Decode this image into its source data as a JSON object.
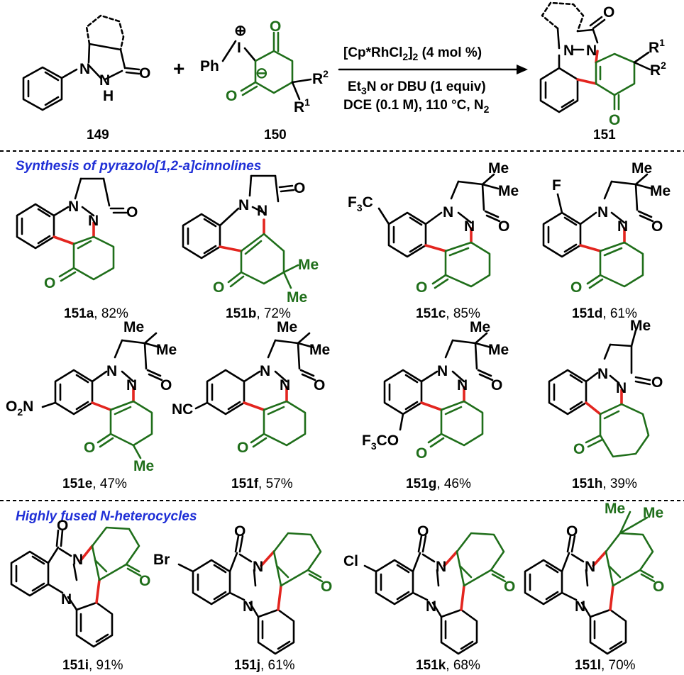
{
  "equation": {
    "reactant_1_label": "149",
    "reactant_2_label": "150",
    "product_label": "151",
    "plus": "+",
    "conditions": {
      "line1_a": "[Cp*RhCl",
      "line1_sub": "2",
      "line1_b": "]",
      "line1_sub2": "2",
      "line1_c": " (4 mol %)",
      "line2_a": "Et",
      "line2_sub": "3",
      "line2_b": "N or DBU (1 equiv)",
      "line3_a": "DCE (0.1 M), 110 °C, N",
      "line3_sub": "2"
    },
    "atoms": {
      "N": "N",
      "H": "H",
      "O": "O",
      "I": "I",
      "Ph": "Ph",
      "plus_charge": "⊕",
      "minus_charge": "⊖",
      "R1": "R",
      "R1_sup": "1",
      "R2": "R",
      "R2_sup": "2"
    }
  },
  "sections": [
    {
      "title": "Synthesis of pyrazolo[1,2-a]cinnolines",
      "items": [
        {
          "compound": "151a",
          "yield": ", 82%"
        },
        {
          "compound": "151b",
          "yield": ", 72%"
        },
        {
          "compound": "151c",
          "yield": ", 85%"
        },
        {
          "compound": "151d",
          "yield": ", 61%"
        },
        {
          "compound": "151e",
          "yield": ", 47%"
        },
        {
          "compound": "151f",
          "yield": ", 57%"
        },
        {
          "compound": "151g",
          "yield": ", 46%"
        },
        {
          "compound": "151h",
          "yield": ", 39%"
        }
      ]
    },
    {
      "title": "Highly fused N-heterocycles",
      "items": [
        {
          "compound": "151i",
          "yield": ", 91%"
        },
        {
          "compound": "151j",
          "yield": ", 61%"
        },
        {
          "compound": "151k",
          "yield": ", 68%"
        },
        {
          "compound": "151l",
          "yield": ", 70%"
        }
      ]
    }
  ],
  "substituents": {
    "Me": "Me",
    "F": "F",
    "CF3_a": "F",
    "CF3_sub": "3",
    "CF3_b": "C",
    "NO2_a": "O",
    "NO2_sub": "2",
    "NO2_b": "N",
    "CN": "NC",
    "OCF3_a": "F",
    "OCF3_sub": "3",
    "OCF3_b": "CO",
    "Br": "Br",
    "Cl": "Cl"
  },
  "colors": {
    "bond_black": "#000000",
    "new_ring_green": "#1f6e1a",
    "new_bond_red": "#e3251f",
    "section_title_blue": "#1f2fd6"
  }
}
